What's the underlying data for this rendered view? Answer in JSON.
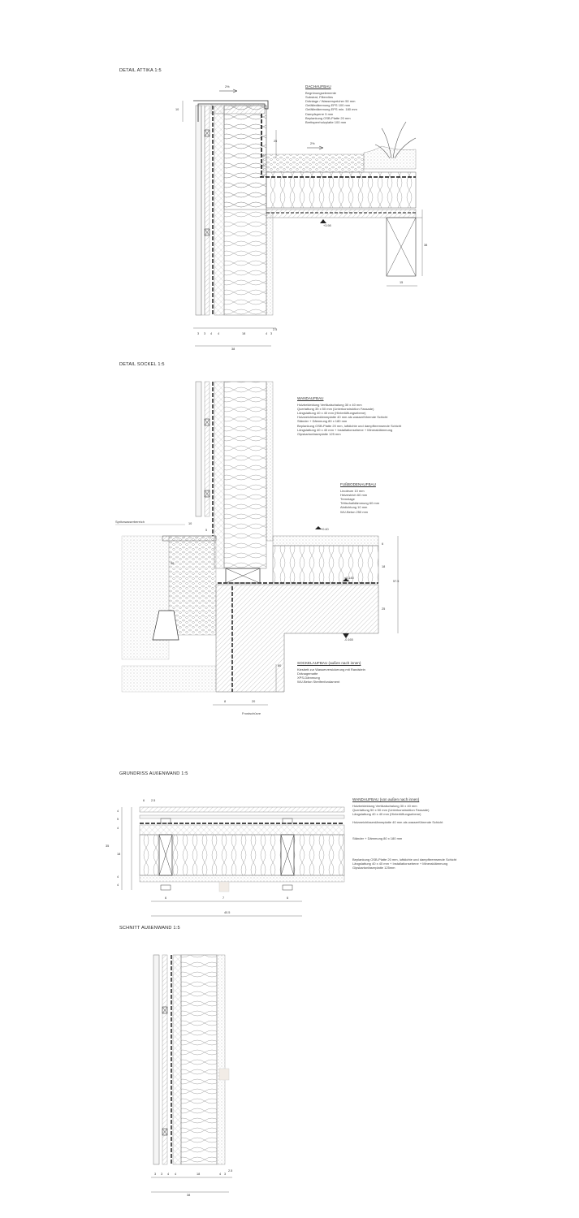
{
  "titles": {
    "attika": "DETAIL ATTIKA 1:5",
    "sockel": "DETAIL SOCKEL 1:5",
    "grundriss": "GRUNDRISS AUßENWAND 1:5",
    "schnitt": "SCHNITT AUßENWAND 1:5"
  },
  "dachaufbau": {
    "heading": "DACHAUFBAU",
    "lines": [
      "Begrünungselemente",
      "Substrat, Filtervlies",
      "Dränlage / Wasserspeicher 50 mm",
      "Gefälledämmung EPS 100 mm",
      "Gefälledämmung EPS min. 180 mm",
      "Dampfsperre 5 mm",
      "Beplankung OSB-Platte 20 mm",
      "Brettsperrholzplatte 100 mm"
    ]
  },
  "wandaufbau_sockel": {
    "heading": "WANDAUFBAU",
    "lines": [
      "Holzbekleidung Vertikalschalung 30 x 40 mm",
      "Querlattung 35 x 50 mm (Unterkonstruktion Fassade)",
      "Längslattung 40 x 40 mm (Hinterlüftungsebene)",
      "Holzweichfaserdämmplatte 40 mm als wasserführende Schicht",
      "Ständer + Dämmung 80 x 180 mm",
      "Beplankung OSB-Platte 20 mm, luftdichte und dampfbremsende Schicht",
      "Längslattung 40 x 40 mm + Installationsebene + Mineraldämmung",
      "Gipskartonfaserplatte 125 mm"
    ]
  },
  "fussboden": {
    "heading": "FUßBODENAUFBAU",
    "lines": [
      "Linoleum 10 mm",
      "Heizestrich 60 mm",
      "Trennlage",
      "Trittschalldämmung 60 mm",
      "Abdichtung 10 mm",
      "WU-Beton 250 mm"
    ]
  },
  "sockelaufbau": {
    "heading": "SOCKELAUFBAU (außen nach innen)",
    "lines": [
      "Kiesbett zur Wasserversickerung mit Randstein",
      "Dränagematte",
      "XPS-Dämmung",
      "WU-Beton Streifenfundament"
    ]
  },
  "spritzwasser": "Spritzwasserbereich",
  "frostschutz": "Frostschürze",
  "wandaufbau_grundriss": {
    "heading": "WANDAUFBAU (von außen nach innen)",
    "lines": [
      "Holzbekleidung Vertikalschalung 30 x 40 mm",
      "Querlattung 50 x 50 mm (Unterkonstruktion Fassade)",
      "Längslattung 40 x 40 mm (Hinterlüftungsebene)",
      "",
      "Holzweichfaserdämmplatte 40 mm als wasserführende Schicht",
      "",
      "",
      "",
      "Ständer + Dämmung 80 x 180 mm",
      "",
      "",
      "",
      "",
      "Beplankung OSB-Platte 20 mm, luftdichte und dampfbremsende Schicht",
      "Längslattung 40 x 40 mm + Installationsebene + Mineraldämmung",
      "Gipskartonfaserplatte 125mm"
    ]
  },
  "dims": {
    "attika_slope1": "2%",
    "attika_slope2": "2%",
    "attika_10": "10",
    "attika_25": "25",
    "attika_38": "38",
    "attika_15": "15",
    "attika_level": "+3.98",
    "attika_bottom": [
      "3",
      "3",
      "4",
      "4",
      "18",
      "4",
      "3",
      "2.5"
    ],
    "attika_total": "38",
    "sockel_10": "10",
    "sockel_30": "30",
    "sockel_5": "5",
    "sockel_level1": "+0.40",
    "sockel_level2": "±0.145",
    "sockel_level3": "-0.165",
    "sockel_side": [
      "6",
      "18",
      "25"
    ],
    "sockel_side_total": "57.5",
    "sockel_bottom": [
      "8",
      "20"
    ],
    "sockel_80": "80",
    "grund_left": [
      "4",
      "5",
      "4",
      "18",
      "4",
      "4"
    ],
    "grund_total_v": "35",
    "grund_bottom": [
      "6",
      "7",
      "6"
    ],
    "grund_total": "40.5",
    "grund_top": [
      "6",
      "2.5"
    ],
    "schnitt_bottom": [
      "3",
      "3",
      "4",
      "4",
      "18",
      "4",
      "3",
      "2.5"
    ],
    "schnitt_total": "38"
  }
}
